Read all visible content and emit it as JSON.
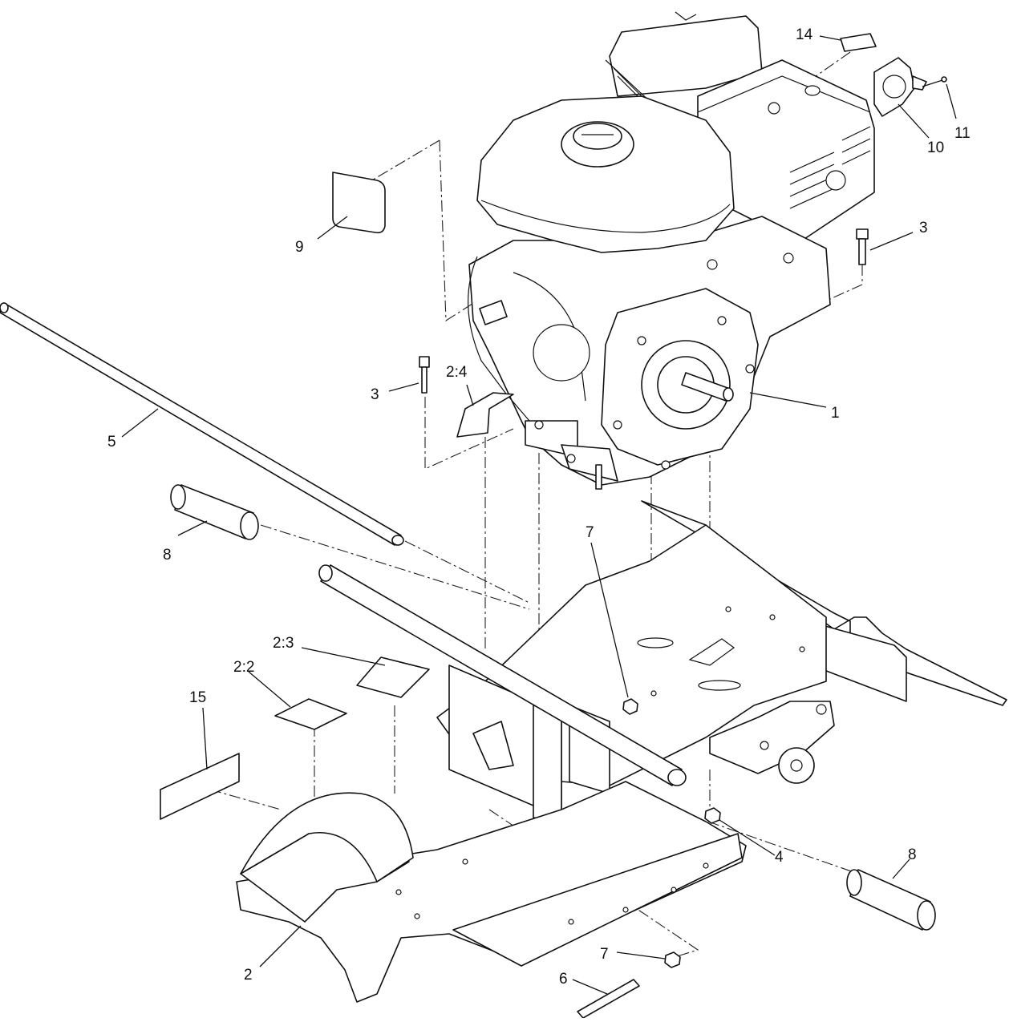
{
  "callouts": {
    "c1": "1",
    "c2": "2",
    "c2_2": "2:2",
    "c2_3": "2:3",
    "c2_4": "2:4",
    "c3_left": "3",
    "c3_right": "3",
    "c4": "4",
    "c5": "5",
    "c6": "6",
    "c7_top": "7",
    "c7_bottom": "7",
    "c8_left": "8",
    "c8_right": "8",
    "c9": "9",
    "c10": "10",
    "c11": "11",
    "c14": "14",
    "c15": "15"
  }
}
